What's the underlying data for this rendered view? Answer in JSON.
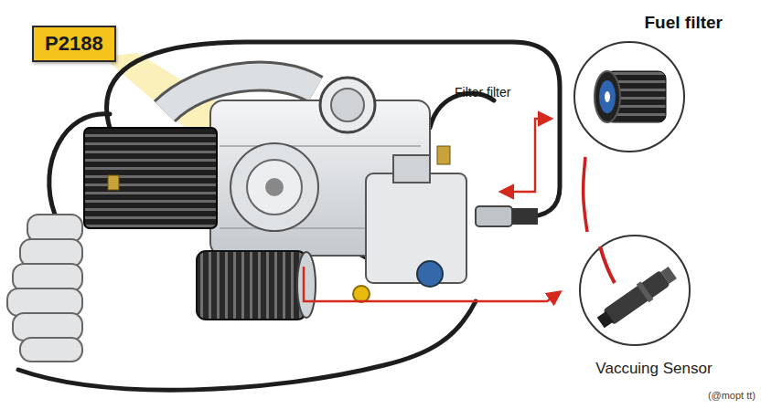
{
  "diagram": {
    "nodes": [
      {
        "text": [
          "P2188"
        ]
      },
      {
        "text": [
          "Fuel filter"
        ]
      },
      {
        "text": [
          "Vaccuing Sensor"
        ]
      }
    ],
    "edges": [
      {
        "from": 1,
        "to": 2,
        "arrow": "none"
      }
    ],
    "labels": [
      "Filter filter",
      "(@mopt tt)"
    ]
  }
}
